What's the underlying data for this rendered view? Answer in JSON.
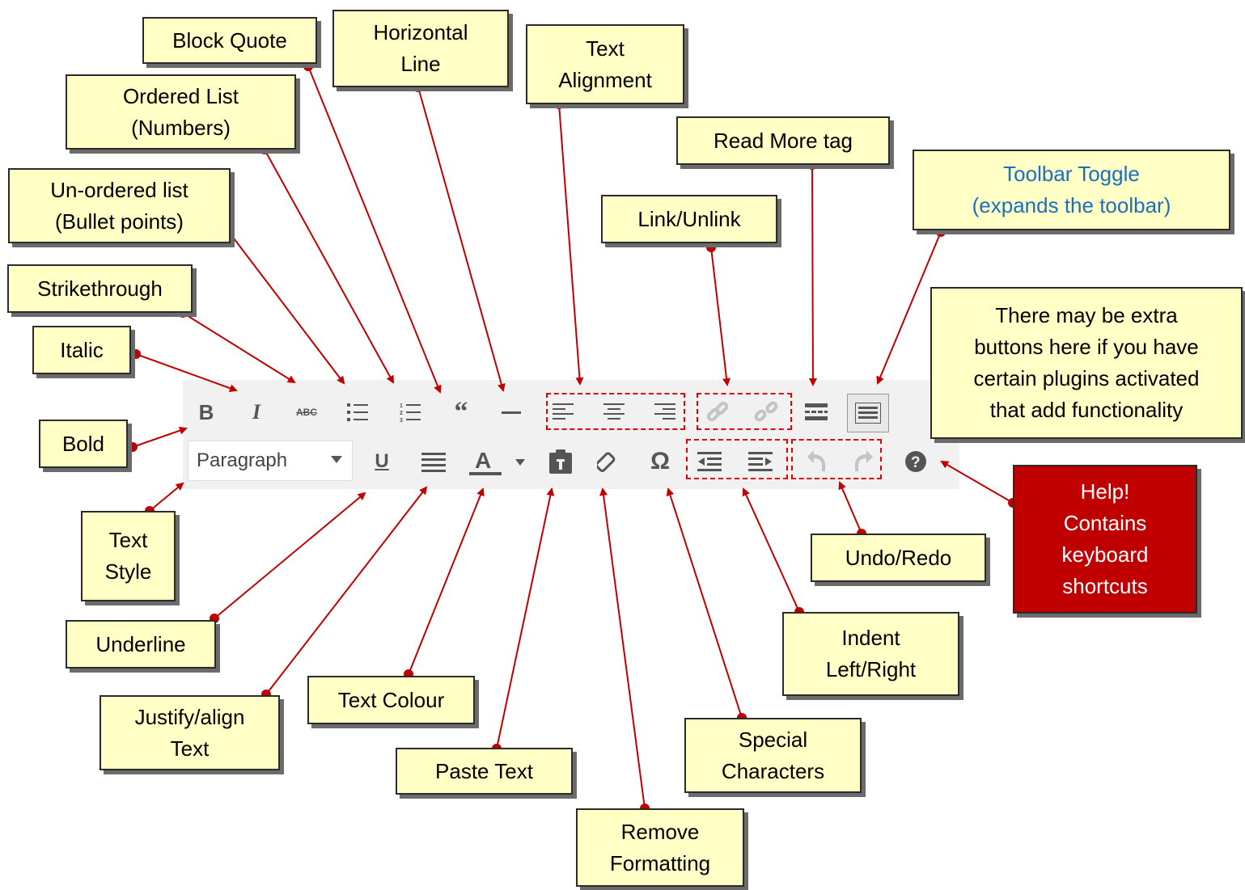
{
  "toolbar": {
    "paragraph_select": "Paragraph",
    "row1_icons": [
      "bold-icon",
      "italic-icon",
      "strikethrough-icon",
      "bullet-list-icon",
      "numbered-list-icon",
      "block-quote-icon",
      "horizontal-line-icon",
      "align-left-icon",
      "align-center-icon",
      "align-right-icon",
      "link-icon",
      "unlink-icon",
      "read-more-icon",
      "toolbar-toggle-icon"
    ],
    "row2_icons": [
      "underline-icon",
      "justify-icon",
      "text-color-icon",
      "paste-text-icon",
      "eraser-icon",
      "omega-icon",
      "outdent-icon",
      "indent-icon",
      "undo-icon",
      "redo-icon",
      "help-icon"
    ]
  },
  "labels": {
    "block_quote": "Block Quote",
    "horizontal_line": "Horizontal\nLine",
    "text_alignment": "Text\nAlignment",
    "ordered_list": "Ordered List\n(Numbers)",
    "read_more": "Read More tag",
    "toolbar_toggle": "Toolbar Toggle\n(expands the toolbar)",
    "unordered_list": "Un-ordered list\n(Bullet points)",
    "link_unlink": "Link/Unlink",
    "strikethrough": "Strikethrough",
    "extra_buttons": "There may be extra\nbuttons here if you have\ncertain plugins activated\nthat add functionality",
    "italic": "Italic",
    "bold": "Bold",
    "text_style": "Text\nStyle",
    "help": "Help!\nContains\nkeyboard\nshortcuts",
    "undo_redo": "Undo/Redo",
    "underline": "Underline",
    "indent": "Indent\nLeft/Right",
    "justify": "Justify/align\nText",
    "text_colour": "Text Colour",
    "special_chars": "Special\nCharacters",
    "paste_text": "Paste Text",
    "remove_formatting": "Remove\nFormatting"
  },
  "colors": {
    "label_bg": "#ffffc6",
    "arrow": "#c00000",
    "help_bg": "#c00000",
    "toggle_text": "#1a6fc0"
  }
}
